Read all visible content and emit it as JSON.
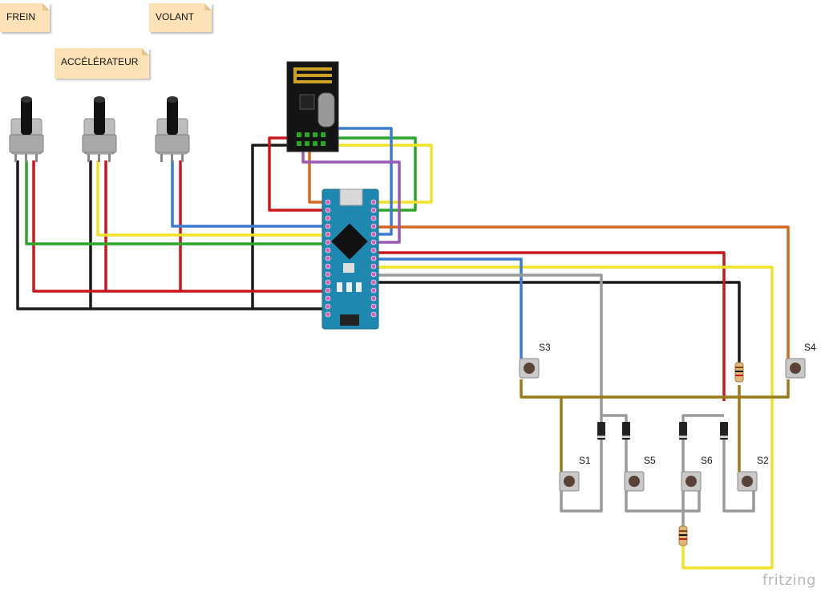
{
  "notes": {
    "frein": "FREIN",
    "volant": "VOLANT",
    "accelerateur": "ACCÉLÉRATEUR"
  },
  "switches": {
    "s1": "S1",
    "s2": "S2",
    "s3": "S3",
    "s4": "S4",
    "s5": "S5",
    "s6": "S6"
  },
  "brand": "fritzing",
  "colors": {
    "red": "#c8181e",
    "black": "#1a1a1a",
    "green": "#2aa52a",
    "yellow": "#f0e22a",
    "blue": "#3c7bd0",
    "orange": "#d2691e",
    "purple": "#9b59b6",
    "gray": "#9a9a9a",
    "olive": "#9b7a1a",
    "board": "#1e88b0",
    "note": "#fde2b8"
  }
}
